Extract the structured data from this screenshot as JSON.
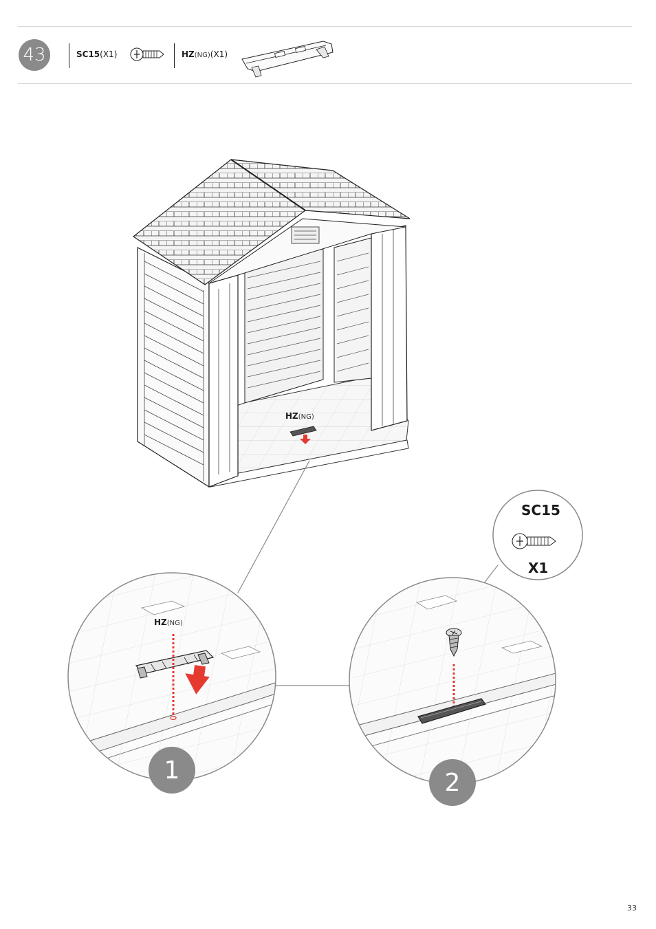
{
  "step": {
    "number": "43"
  },
  "parts": [
    {
      "code": "SC15",
      "qty": "(X1)",
      "icon": "screw-icon"
    },
    {
      "code": "HZ",
      "variant": "(NG)",
      "qty": "(X1)",
      "icon": "hinge-bracket-icon"
    }
  ],
  "main_label": {
    "code": "HZ",
    "variant": "(NG)"
  },
  "detail1_label": {
    "code": "HZ",
    "variant": "(NG)"
  },
  "callout": {
    "code": "SC15",
    "qty": "X1"
  },
  "substeps": [
    "1",
    "2"
  ],
  "page_number": "33",
  "colors": {
    "accent_red": "#e53a2f",
    "badge_gray": "#8a8a8a"
  }
}
